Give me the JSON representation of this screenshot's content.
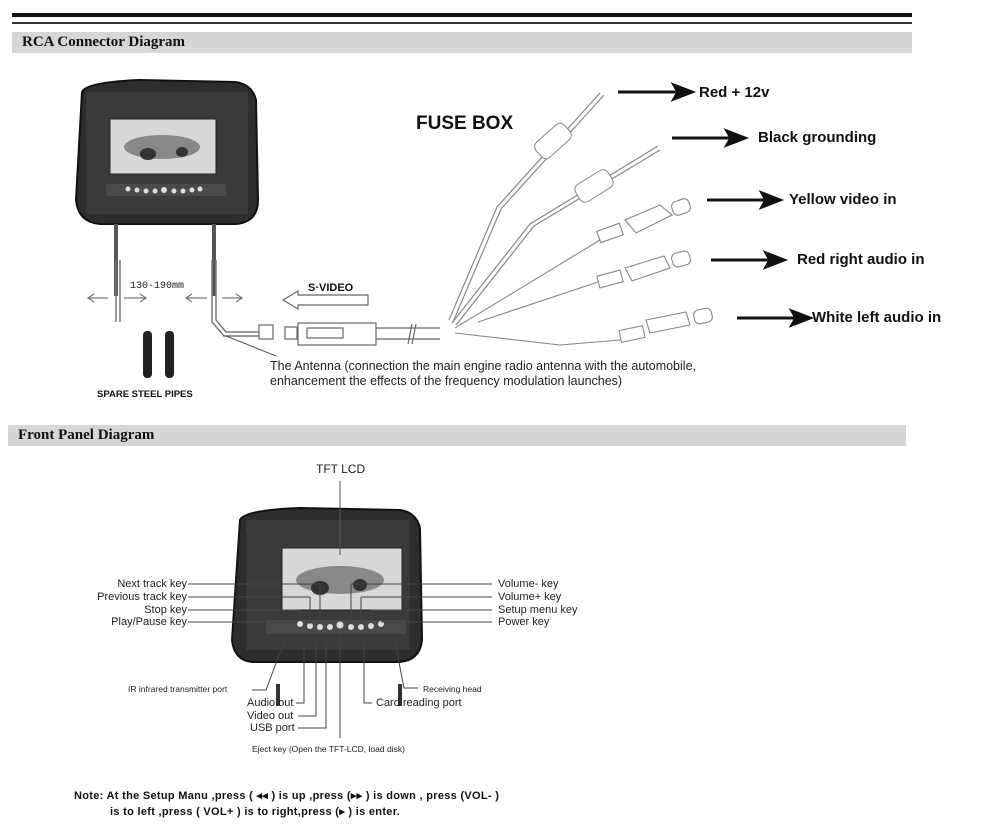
{
  "sections": {
    "rca": {
      "title": "RCA Connector Diagram"
    },
    "front": {
      "title": "Front Panel Diagram"
    }
  },
  "rca_diagram": {
    "fuse_box_label": "FUSE BOX",
    "wire_labels": [
      "Red + 12v",
      "Black grounding",
      "Yellow video in",
      "Red right audio in",
      "White left audio in"
    ],
    "dimension_label": "130-190mm",
    "svideo_label": "S·VIDEO",
    "spare_pipes_label": "SPARE STEEL PIPES",
    "antenna_note_line1": "The Antenna (connection the main engine radio antenna with the automobile,",
    "antenna_note_line2": "enhancement the effects of the frequency modulation launches)"
  },
  "front_panel": {
    "tft_label": "TFT LCD",
    "left_labels": [
      "Next track key",
      "Previous track key",
      "Stop key",
      "Play/Pause key"
    ],
    "right_labels": [
      "Volume- key",
      "Volume+ key",
      "Setup menu key",
      "Power key"
    ],
    "bottom_labels": {
      "ir": "IR infrared transmitter port",
      "audio_out": "Audio out",
      "video_out": "Video out",
      "usb": "USB port",
      "eject": "Eject key (Open the TFT-LCD, load disk)",
      "receiving": "Receiving head",
      "card": "Card reading port"
    }
  },
  "note": {
    "line1": "Note: At the Setup Manu ,press ( ◂◂ ) is up ,press (▸▸ ) is down , press (VOL- )",
    "line2": "is to left ,press ( VOL+ ) is to right,press (▸ ) is enter."
  },
  "colors": {
    "section_bar": "#d6d6d6",
    "ink": "#111111",
    "device_body": "#2a2a2a"
  }
}
